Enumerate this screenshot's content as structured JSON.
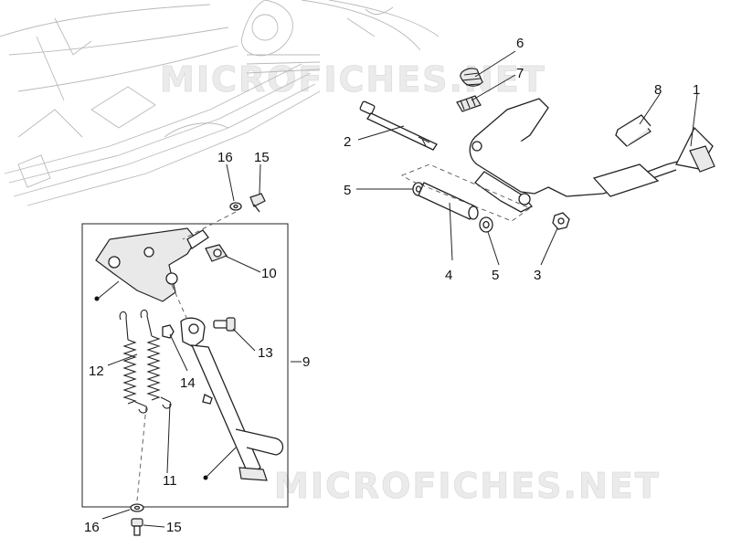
{
  "watermark": "MICROFICHES.NET",
  "callouts": {
    "c1": "1",
    "c2": "2",
    "c3": "3",
    "c4": "4",
    "c5a": "5",
    "c5b": "5",
    "c6": "6",
    "c7": "7",
    "c8": "8",
    "c9": "9",
    "c10": "10",
    "c11": "11",
    "c12": "12",
    "c13": "13",
    "c14": "14",
    "c15a": "15",
    "c15b": "15",
    "c16a": "16",
    "c16b": "16"
  }
}
